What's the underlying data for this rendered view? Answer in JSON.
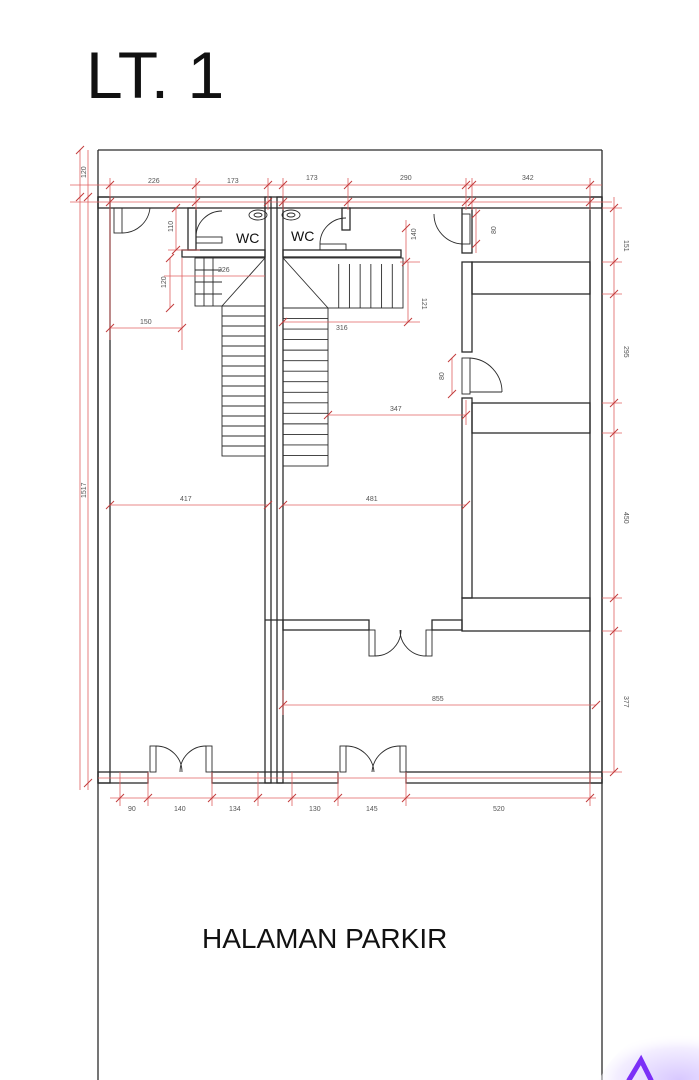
{
  "floor_title": "LT. 1",
  "rooms": {
    "wc_left": "WC",
    "wc_right": "WC",
    "parking": "HALAMAN PARKIR"
  },
  "dimensions": {
    "d120_top": "120",
    "d226": "226",
    "d173a": "173",
    "d173b": "173",
    "d290": "290",
    "d342": "342",
    "d110": "110",
    "d140": "140",
    "d80_top": "80",
    "d151": "151",
    "d120_stair": "120",
    "d226_stair": "226",
    "d121": "121",
    "d150": "150",
    "d316": "316",
    "d295": "295",
    "d80_mid": "80",
    "d347": "347",
    "d1517": "1517",
    "d417": "417",
    "d481": "481",
    "d450": "450",
    "d855": "855",
    "d377": "377",
    "d90": "90",
    "d140b": "140",
    "d134": "134",
    "d130": "130",
    "d145": "145",
    "d520": "520"
  },
  "colors": {
    "wall": "#2b2b2b",
    "dimension_line": "#e06060",
    "dimension_tick": "#c23b3b",
    "accent_corner": "#7b2ff7"
  }
}
